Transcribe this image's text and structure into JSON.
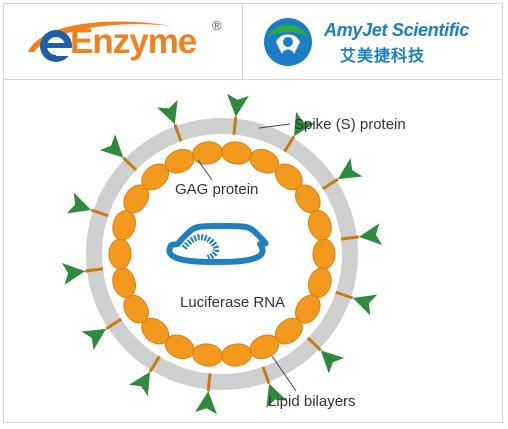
{
  "header": {
    "enzyme_logo_text": "Enzyme",
    "enzyme_registered": "®",
    "amyjet_name": "AmyJet Scientific",
    "amyjet_chinese": "艾美捷科技"
  },
  "diagram": {
    "labels": {
      "spike": "Spike (S) protein",
      "gag": "GAG protein",
      "rna": "Luciferase RNA",
      "lipid": "Lipid bilayers"
    },
    "colors": {
      "membrane": "#cfcfcf",
      "gag": "#f39a1e",
      "spike": "#2e8b3e",
      "rna": "#1f7fc0"
    }
  }
}
